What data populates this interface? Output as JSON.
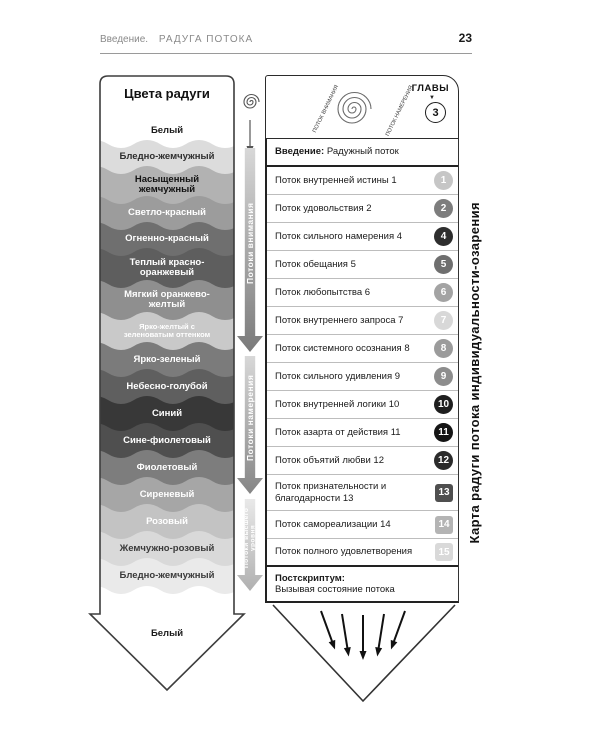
{
  "header": {
    "section": "Введение.",
    "title": "РАДУГА ПОТОКА",
    "page_number": "23"
  },
  "rainbow_column": {
    "title": "Цвета радуги",
    "bands": [
      {
        "label": "Белый",
        "fill": "#ffffff",
        "text": "#1a1a1a"
      },
      {
        "label": "Бледно-жемчужный",
        "fill": "#dcdcdc",
        "text": "#2e2e2e"
      },
      {
        "label": "Насыщенный жемчужный",
        "fill": "#b2b2b2",
        "text": "#111111"
      },
      {
        "label": "Светло-красный",
        "fill": "#9c9c9c",
        "text": "#ffffff"
      },
      {
        "label": "Огненно-красный",
        "fill": "#6f6f6f",
        "text": "#ffffff"
      },
      {
        "label": "Теплый красно-оранжевый",
        "fill": "#5e5e5e",
        "text": "#ffffff"
      },
      {
        "label": "Мягкий оранжево-желтый",
        "fill": "#8f8f8f",
        "text": "#ffffff"
      },
      {
        "label": "Ярко-желтый с зеленоватым оттенком",
        "fill": "#c9c9c9",
        "text": "#ffffff"
      },
      {
        "label": "Ярко-зеленый",
        "fill": "#7b7b7b",
        "text": "#ffffff"
      },
      {
        "label": "Небесно-голубой",
        "fill": "#5f5f5f",
        "text": "#ffffff"
      },
      {
        "label": "Синий",
        "fill": "#383838",
        "text": "#ffffff"
      },
      {
        "label": "Сине-фиолетовый",
        "fill": "#4f4f4f",
        "text": "#ffffff"
      },
      {
        "label": "Фиолетовый",
        "fill": "#7d7d7d",
        "text": "#ffffff"
      },
      {
        "label": "Сиреневый",
        "fill": "#a6a6a6",
        "text": "#ffffff"
      },
      {
        "label": "Розовый",
        "fill": "#c3c3c3",
        "text": "#ffffff"
      },
      {
        "label": "Жемчужно-розовый",
        "fill": "#d9d9d9",
        "text": "#3a3a3a"
      },
      {
        "label": "Бледно-жемчужный",
        "fill": "#eaeaea",
        "text": "#3a3a3a"
      },
      {
        "label": "Белый",
        "fill": "#ffffff",
        "text": "#1a1a1a"
      }
    ]
  },
  "flow_ribbons": [
    {
      "label": "Потоки внимания",
      "color_top": "#d8d8d8",
      "color_bottom": "#7a7a7a"
    },
    {
      "label": "Потоки намерения",
      "color_top": "#d8d8d8",
      "color_bottom": "#858585"
    },
    {
      "label": "Потоки высшего уровня",
      "color_top": "#e9e9e9",
      "color_bottom": "#b0b0b0"
    }
  ],
  "chapters": {
    "header_label": "ГЛАВЫ",
    "chapter_number": "3",
    "spiral_labels": [
      "ПОТОК ВНИМАНИЯ",
      "ПОТОК НАМЕРЕНИЯ"
    ],
    "rows": [
      {
        "prefix": "Введение:",
        "text": "Радужный поток"
      },
      {
        "text": "Поток внутренней истины 1",
        "badge": "1",
        "shape": "circle",
        "color": "#c6c6c6"
      },
      {
        "text": "Поток удовольствия 2",
        "badge": "2",
        "shape": "circle",
        "color": "#7d7d7d"
      },
      {
        "text": "Поток сильного намерения 4",
        "badge": "4",
        "shape": "circle",
        "color": "#2e2e2e"
      },
      {
        "text": "Поток обещания 5",
        "badge": "5",
        "shape": "circle",
        "color": "#6f6f6f"
      },
      {
        "text": "Поток любопытства 6",
        "badge": "6",
        "shape": "circle",
        "color": "#a3a3a3"
      },
      {
        "text": "Поток внутреннего запроса 7",
        "badge": "7",
        "shape": "circle",
        "color": "#d8d8d8"
      },
      {
        "text": "Поток системного осознания 8",
        "badge": "8",
        "shape": "circle",
        "color": "#9b9b9b"
      },
      {
        "text": "Поток сильного удивления 9",
        "badge": "9",
        "shape": "circle",
        "color": "#8d8d8d"
      },
      {
        "text": "Поток внутренней логики 10",
        "badge": "10",
        "shape": "circle",
        "color": "#1e1e1e"
      },
      {
        "text": "Поток азарта от действия 11",
        "badge": "11",
        "shape": "circle",
        "color": "#151515"
      },
      {
        "text": "Поток объятий любви 12",
        "badge": "12",
        "shape": "circle",
        "color": "#2b2b2b"
      },
      {
        "text": "Поток признательности и благодарности 13",
        "badge": "13",
        "shape": "square",
        "color": "#4f4f4f"
      },
      {
        "text": "Поток самореализации 14",
        "badge": "14",
        "shape": "square",
        "color": "#b4b4b4"
      },
      {
        "text": "Поток полного удовлетворения",
        "badge": "15",
        "shape": "square",
        "color": "#d9d9d9"
      },
      {
        "prefix": "Постскриптум:",
        "text": "Вызывая состояние потока",
        "stacked": true
      }
    ]
  },
  "side_caption": "Карта радуги потока индивидуальности-озарения"
}
